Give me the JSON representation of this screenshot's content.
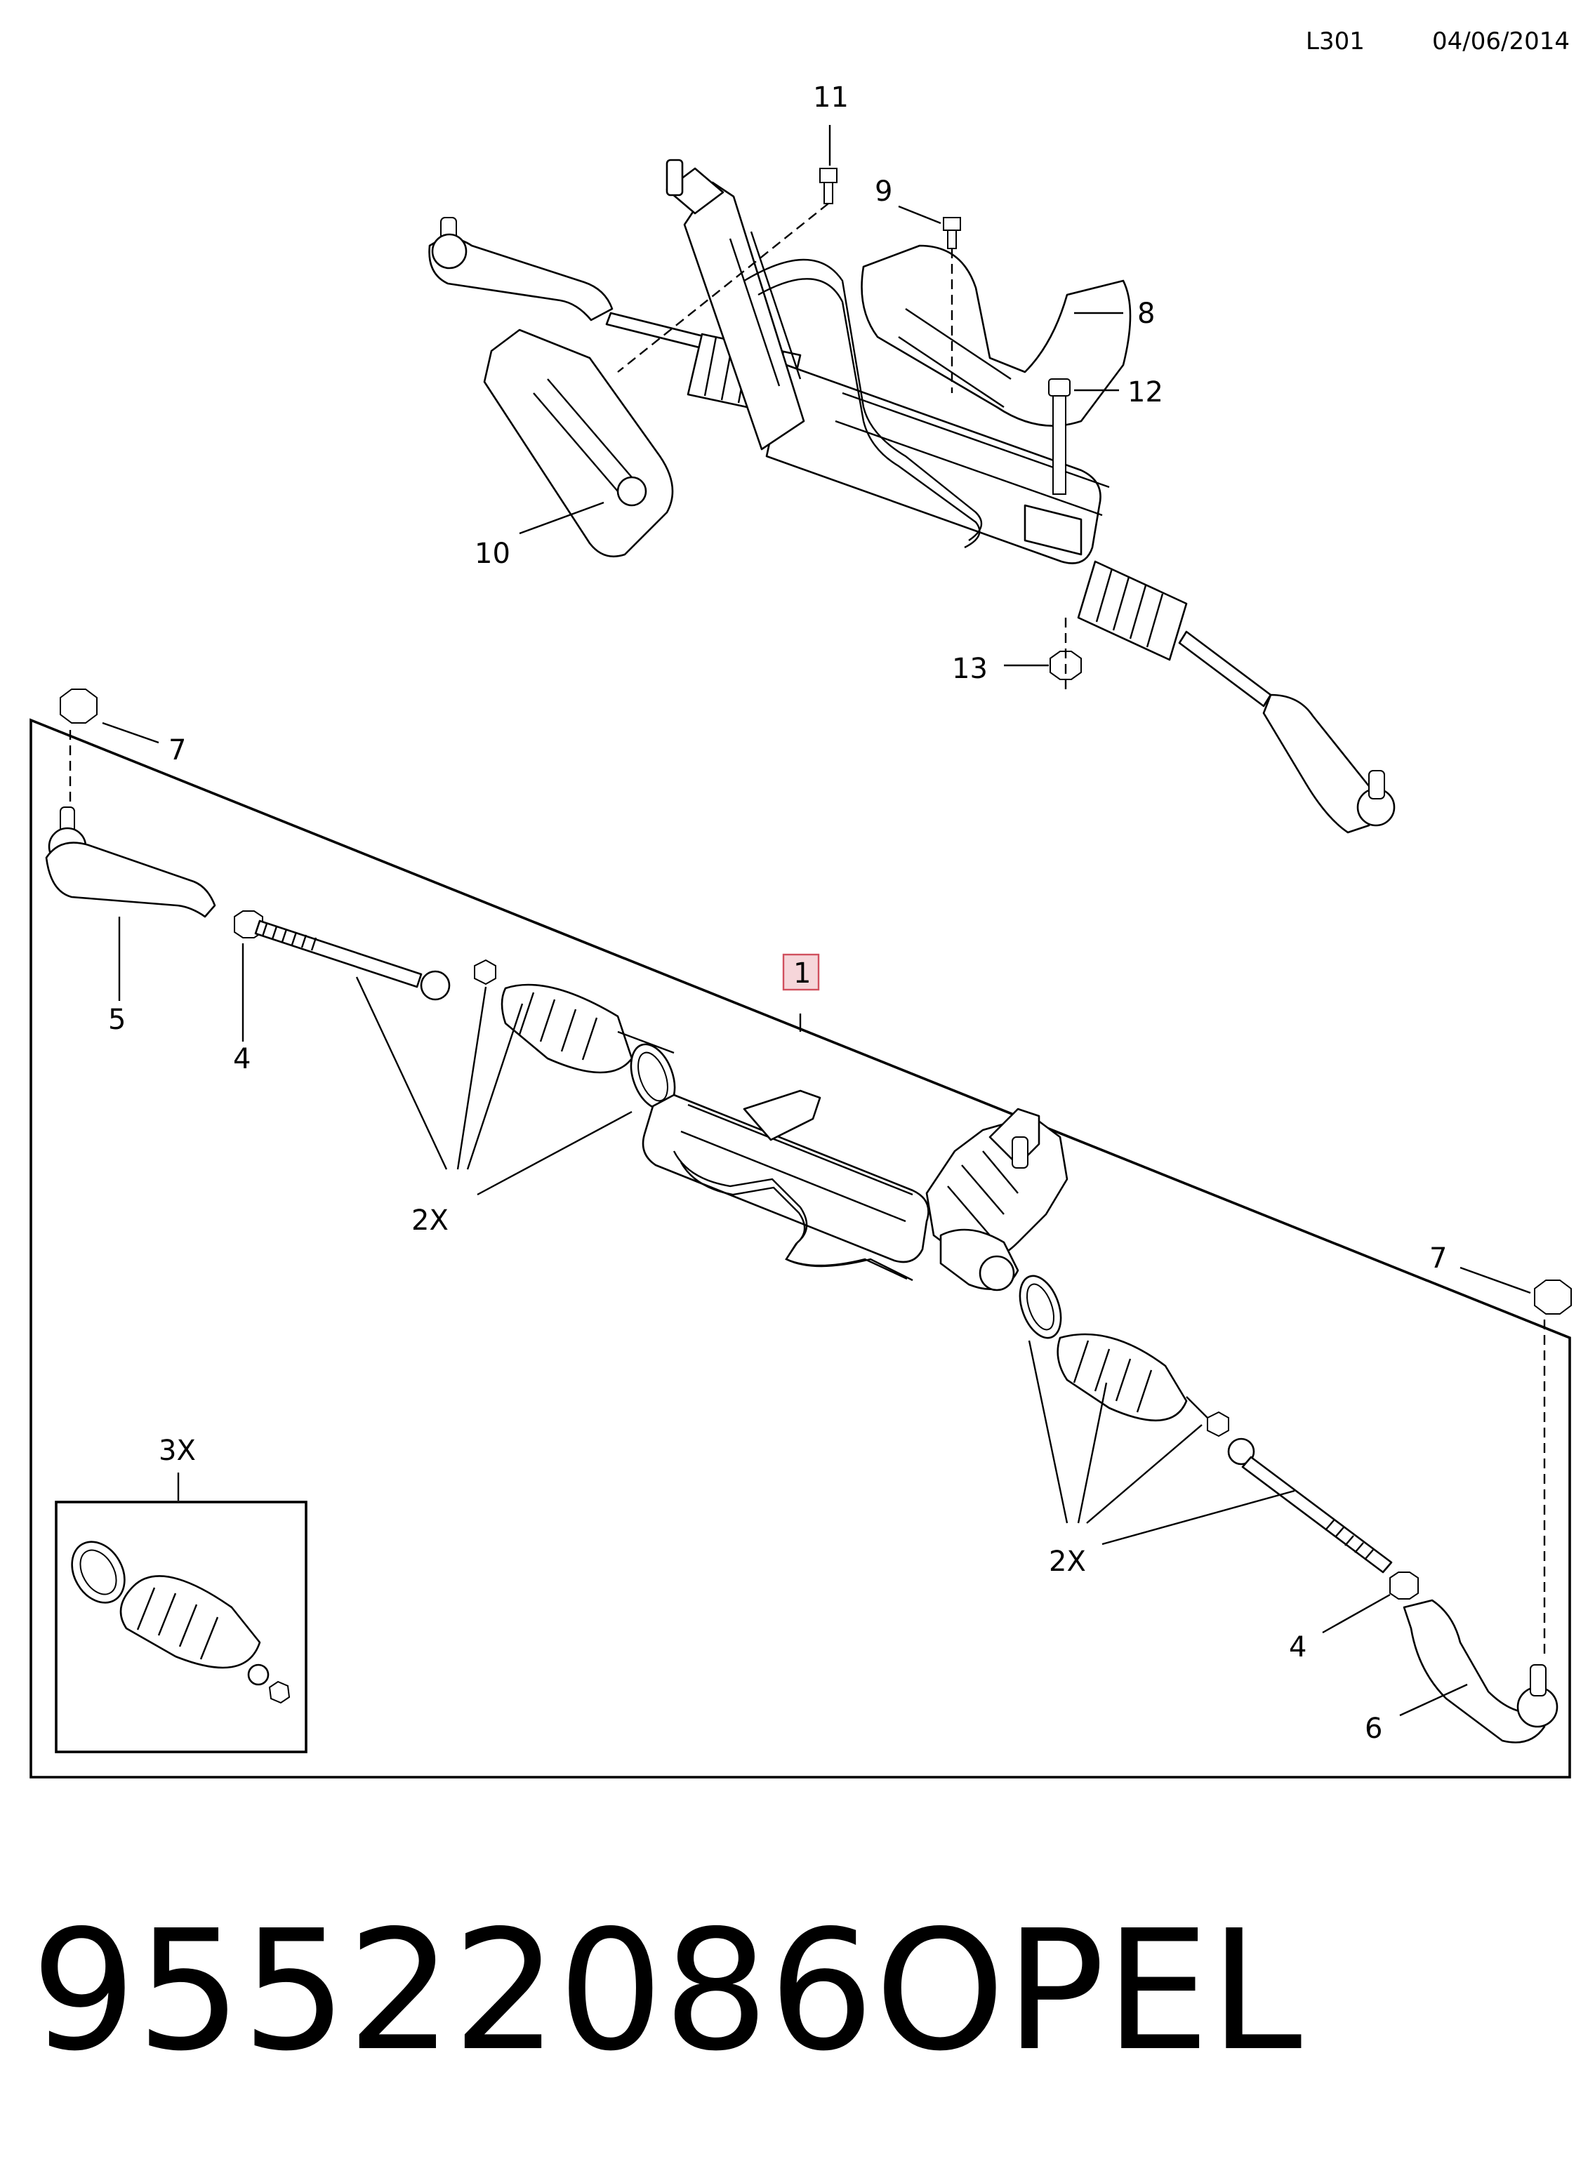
{
  "header": {
    "code": "L301",
    "date": "04/06/2014"
  },
  "callouts": {
    "c1": "1",
    "c3x": "3X",
    "c4a": "4",
    "c4b": "4",
    "c5": "5",
    "c6": "6",
    "c7a": "7",
    "c7b": "7",
    "c8": "8",
    "c9": "9",
    "c10": "10",
    "c11": "11",
    "c12": "12",
    "c13": "13",
    "c2xa": "2X",
    "c2xb": "2X"
  },
  "footer": {
    "part_number": "95522086",
    "brand": "OPEL"
  },
  "colors": {
    "highlight_fill": "#f6d6da",
    "highlight_stroke": "#d0505e"
  }
}
